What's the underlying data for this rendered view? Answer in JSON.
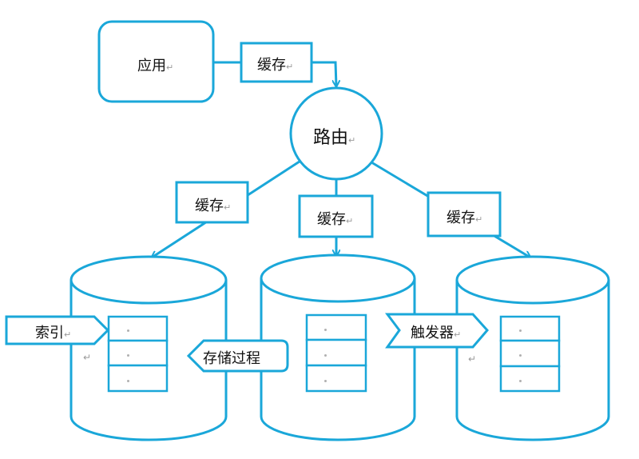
{
  "nodes": {
    "app": "应用",
    "router": "路由",
    "cache_top": "缓存",
    "cache_left": "缓存",
    "cache_mid": "缓存",
    "cache_right": "缓存",
    "index": "索引",
    "stored_procedure": "存储过程",
    "trigger": "触发器"
  },
  "paragraph_mark": "↵",
  "colors": {
    "stroke": "#1aa7d9",
    "fill": "#ffffff",
    "text": "#111111"
  }
}
